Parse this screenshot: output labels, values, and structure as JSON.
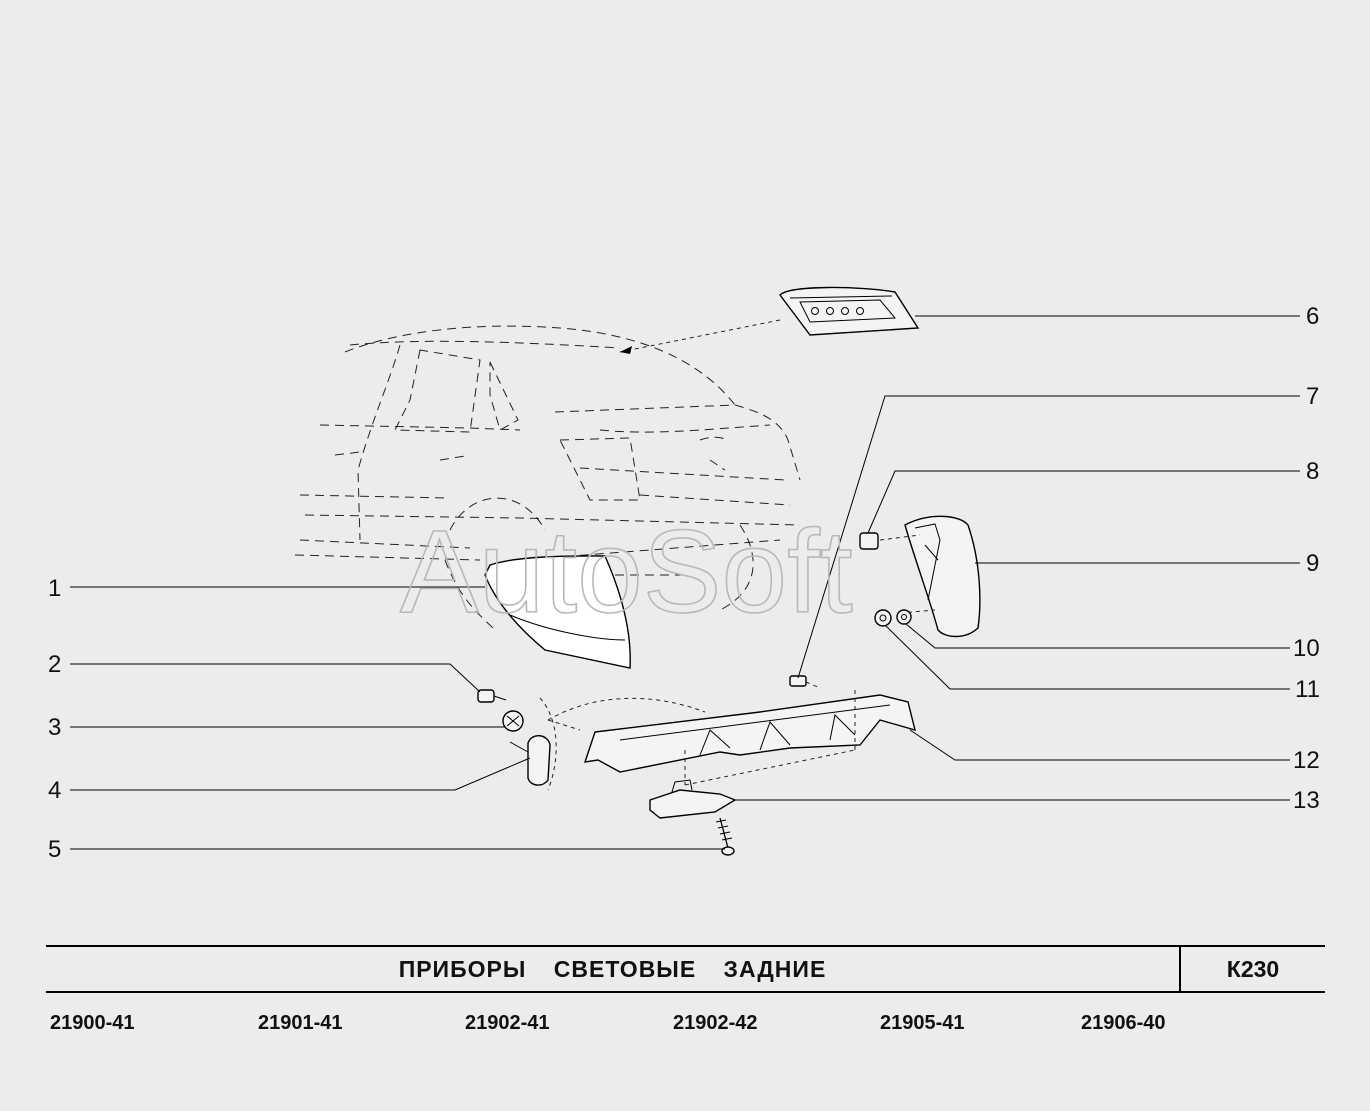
{
  "watermark": "AutoSoft",
  "title": "ПРИБОРЫ   СВЕТОВЫЕ   ЗАДНИЕ",
  "code": "К230",
  "callouts": [
    "1",
    "2",
    "3",
    "4",
    "5",
    "6",
    "7",
    "8",
    "9",
    "10",
    "11",
    "12",
    "13"
  ],
  "models": [
    "21900-41",
    "21901-41",
    "21902-41",
    "21902-42",
    "21905-41",
    "21906-40"
  ]
}
